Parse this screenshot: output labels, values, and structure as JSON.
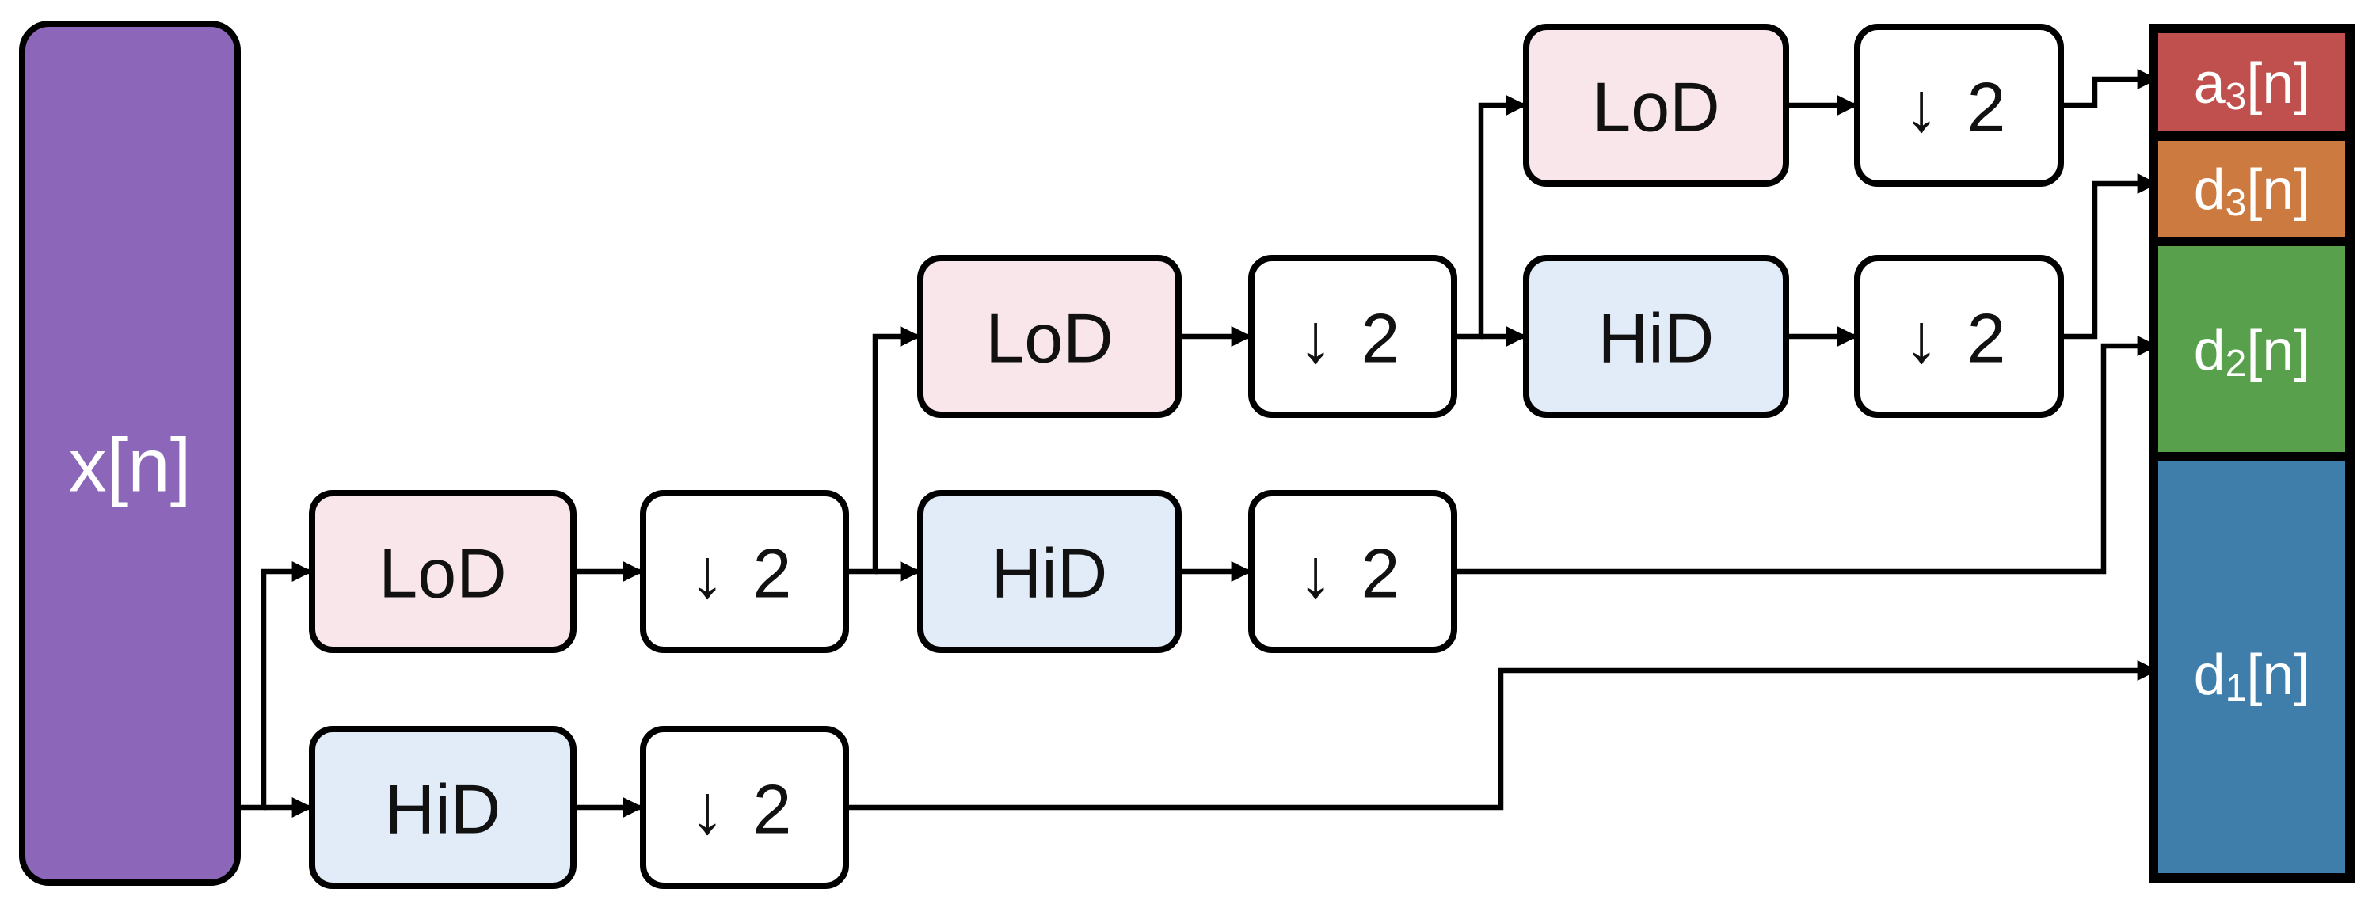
{
  "input": {
    "label": "x[n]",
    "color": "#8c66b9"
  },
  "filters": {
    "lod": "LoD",
    "hid": "HiD",
    "downsample_factor": "2",
    "lod_fill": "#f9e6ea",
    "hid_fill": "#e1ecf8",
    "down_fill": "#ffffff"
  },
  "outputs": [
    {
      "base": "a",
      "sub": "3",
      "suffix": "[n]",
      "color": "#c0504d"
    },
    {
      "base": "d",
      "sub": "3",
      "suffix": "[n]",
      "color": "#cc7a3f"
    },
    {
      "base": "d",
      "sub": "2",
      "suffix": "[n]",
      "color": "#58a04b"
    },
    {
      "base": "d",
      "sub": "1",
      "suffix": "[n]",
      "color": "#3f7dab"
    }
  ]
}
